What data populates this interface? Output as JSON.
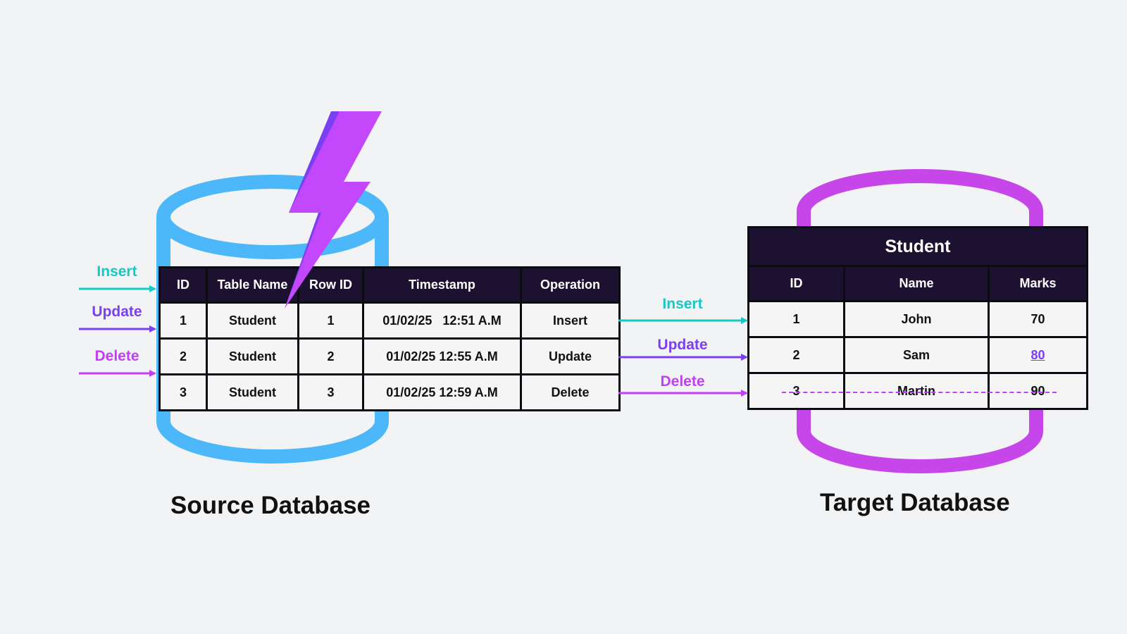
{
  "colors": {
    "background": "#f1f3f5",
    "source_db": "#4cb8f9",
    "target_db": "#c646ea",
    "insert": "#17c9c4",
    "update": "#7a3ff0",
    "delete": "#c33ef6",
    "table_header": "#1c1130",
    "lightning": "#c348fb"
  },
  "source": {
    "caption": "Source Database",
    "ops": {
      "insert": "Insert",
      "update": "Update",
      "delete": "Delete"
    },
    "table": {
      "headers": [
        "ID",
        "Table Name",
        "Row ID",
        "Timestamp",
        "Operation"
      ],
      "rows": [
        [
          "1",
          "Student",
          "1",
          "01/02/25   12:51 A.M",
          "Insert"
        ],
        [
          "2",
          "Student",
          "2",
          "01/02/25 12:55 A.M",
          "Update"
        ],
        [
          "3",
          "Student",
          "3",
          "01/02/25 12:59 A.M",
          "Delete"
        ]
      ]
    }
  },
  "transfer": {
    "insert": "Insert",
    "update": "Update",
    "delete": "Delete"
  },
  "target": {
    "caption": "Target Database",
    "table": {
      "title": "Student",
      "headers": [
        "ID",
        "Name",
        "Marks"
      ],
      "rows": [
        [
          "1",
          "John",
          "70"
        ],
        [
          "2",
          "Sam",
          "80"
        ],
        [
          "3",
          "Martin",
          "90"
        ]
      ]
    }
  },
  "icons": {
    "lightning": "lightning-bolt-icon"
  }
}
